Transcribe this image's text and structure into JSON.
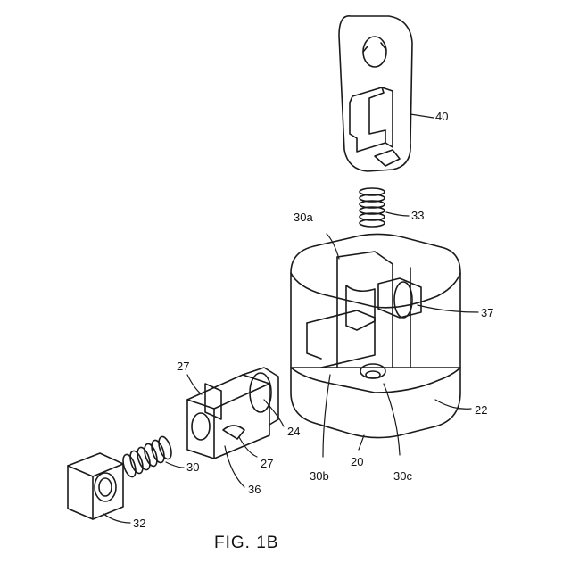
{
  "figure": {
    "caption": "FIG. 1B",
    "labels": {
      "l40": "40",
      "l33": "33",
      "l30a": "30a",
      "l37": "37",
      "l22": "22",
      "l20": "20",
      "l30b": "30b",
      "l30c": "30c",
      "l24": "24",
      "l27a": "27",
      "l27b": "27",
      "l36": "36",
      "l30": "30",
      "l32": "32"
    }
  }
}
